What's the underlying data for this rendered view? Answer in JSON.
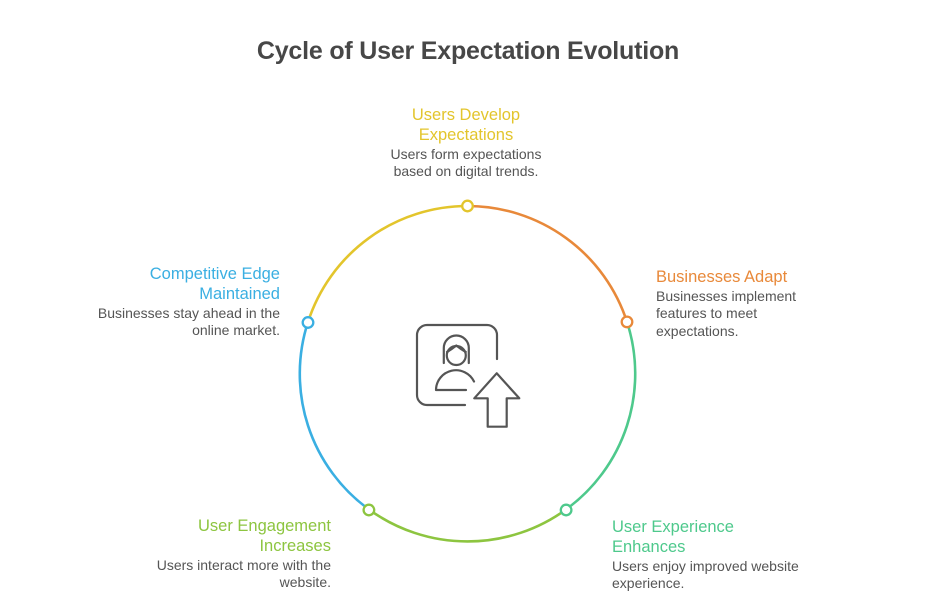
{
  "title": "Cycle of User Expectation Evolution",
  "center_icon": "user-upgrade-icon",
  "icon_color": "#555555",
  "steps": [
    {
      "title_lines": [
        "Users Develop",
        "Expectations"
      ],
      "desc_lines": [
        "Users form expectations",
        "based on digital trends."
      ],
      "color": "#e3c52c"
    },
    {
      "title_lines": [
        "Businesses Adapt"
      ],
      "desc_lines": [
        "Businesses implement",
        "features to meet",
        "expectations."
      ],
      "color": "#e8893a"
    },
    {
      "title_lines": [
        "User Experience",
        "Enhances"
      ],
      "desc_lines": [
        "Users enjoy improved website",
        "experience."
      ],
      "color": "#4ec98c"
    },
    {
      "title_lines": [
        "User Engagement",
        "Increases"
      ],
      "desc_lines": [
        "Users interact more with the",
        "website."
      ],
      "color": "#8dc540"
    },
    {
      "title_lines": [
        "Competitive Edge",
        "Maintained"
      ],
      "desc_lines": [
        "Businesses stay ahead in the",
        "online market."
      ],
      "color": "#3aafe2"
    }
  ]
}
